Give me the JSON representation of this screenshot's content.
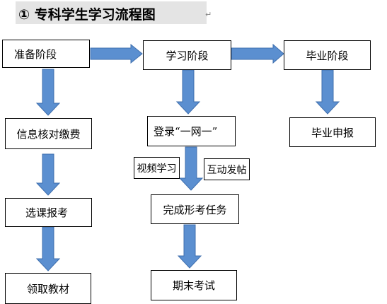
{
  "title": "①  专科学生学习流程图",
  "return_mark": "↵",
  "arrow_color": "#5b8fd0",
  "arrow_stroke": "#3f6fae",
  "nodes": {
    "prep": "准备阶段",
    "study": "学习阶段",
    "grad": "毕业阶段",
    "verify": "信息核对缴费",
    "login": "登录“一网一”",
    "grad_apply": "毕业申报",
    "video": "视频学习",
    "forum": "互动发帖",
    "select": "选课报考",
    "formative": "完成形考任务",
    "books": "领取教材",
    "exam": "期末考试"
  }
}
